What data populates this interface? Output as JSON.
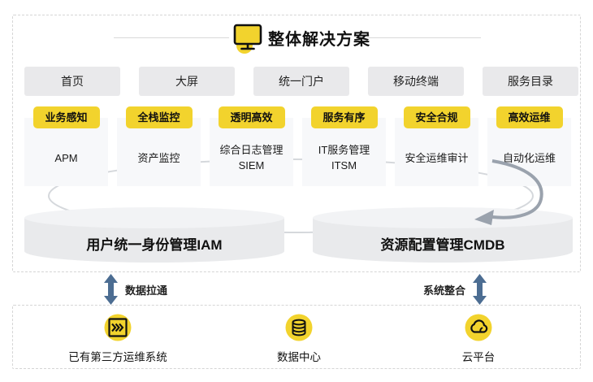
{
  "title": {
    "text": "整体解决方案",
    "icon": "monitor-icon"
  },
  "portal_tabs": [
    {
      "label": "首页"
    },
    {
      "label": "大屏"
    },
    {
      "label": "统一门户"
    },
    {
      "label": "移动终端"
    },
    {
      "label": "服务目录"
    }
  ],
  "capability_columns": [
    {
      "tag": "业务感知",
      "label": "APM",
      "label2": ""
    },
    {
      "tag": "全栈监控",
      "label": "资产监控",
      "label2": ""
    },
    {
      "tag": "透明高效",
      "label": "综合日志管理",
      "label2": "SIEM"
    },
    {
      "tag": "服务有序",
      "label": "IT服务管理",
      "label2": "ITSM"
    },
    {
      "tag": "安全合规",
      "label": "安全运维审计",
      "label2": ""
    },
    {
      "tag": "高效运维",
      "label": "自动化运维",
      "label2": ""
    }
  ],
  "platforms": [
    {
      "label": "用户统一身份管理IAM"
    },
    {
      "label": "资源配置管理CMDB"
    }
  ],
  "connectors": [
    {
      "label": "数据拉通"
    },
    {
      "label": "系统整合"
    }
  ],
  "infrastructure": [
    {
      "icon": "fast-forward-icon",
      "label": "已有第三方运维系统"
    },
    {
      "icon": "database-icon",
      "label": "数据中心"
    },
    {
      "icon": "cloud-icon",
      "label": "云平台"
    }
  ],
  "colors": {
    "accent_yellow": "#F2D32D",
    "button_gray": "#E9E9EB",
    "panel_gray": "#F7F8FA",
    "cylinder_gray": "#E9EAEC",
    "steel_blue": "#4C6D92",
    "arc_light": "#D5D8DC",
    "arc_dark": "#9AA2AD"
  }
}
